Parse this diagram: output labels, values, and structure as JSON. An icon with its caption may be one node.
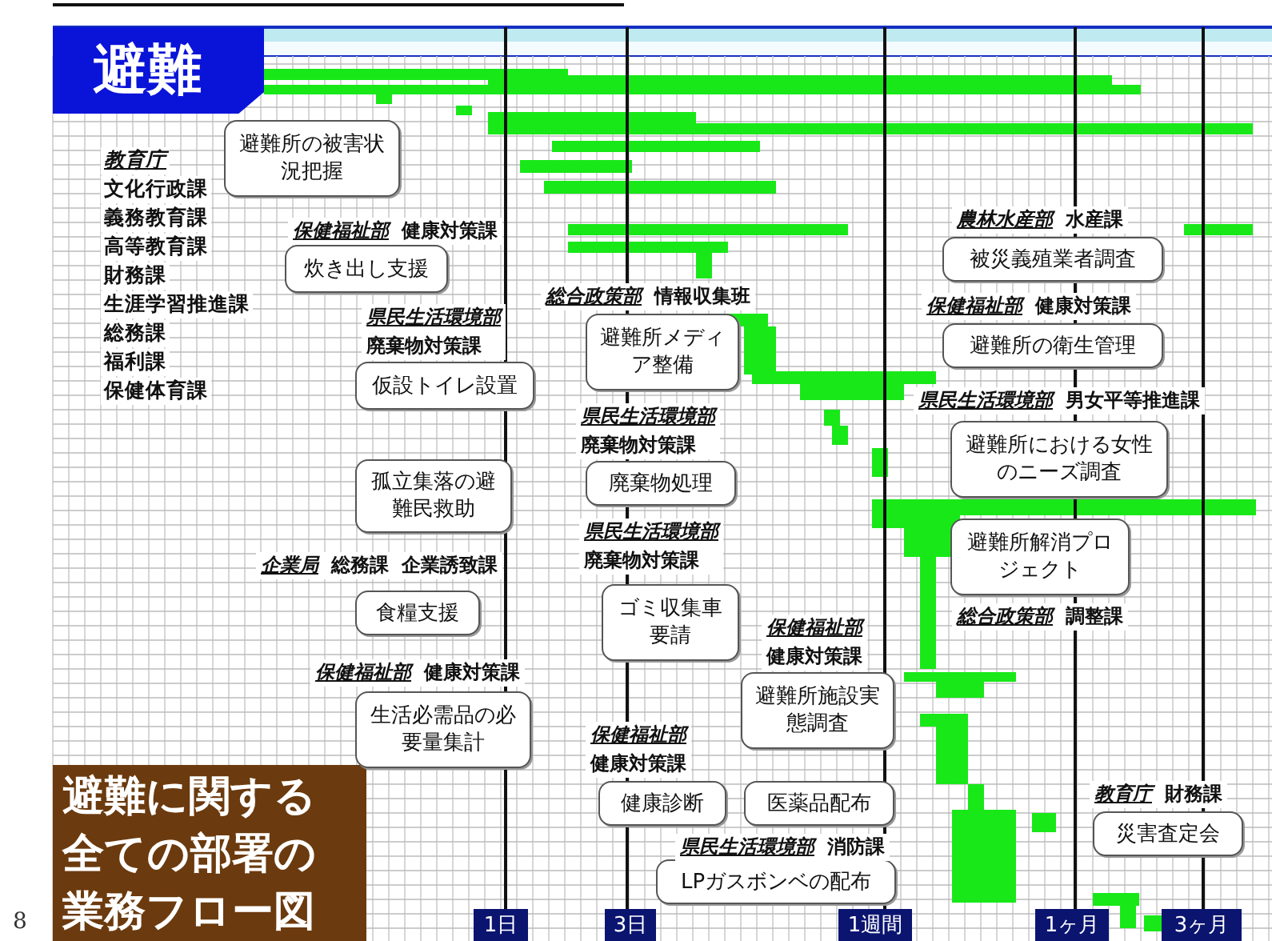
{
  "diagram": {
    "title": "避難",
    "caption": "避難に関する全ての部署の業務フロー図",
    "nodes": [
      {
        "text": [
          "避難所の被害状況把握"
        ]
      },
      {
        "text": [
          "炊き出し支援"
        ],
        "beside": [
          "保健福祉部",
          "健康対策課"
        ]
      },
      {
        "text": [
          "仮設トイレ設置"
        ],
        "beside": [
          "県民生活環境部",
          "廃棄物対策課"
        ]
      },
      {
        "text": [
          "孤立集落の避難民救助"
        ]
      },
      {
        "text": [
          "食糧支援"
        ],
        "beside": [
          "企業局",
          "総務課",
          "企業誘致課"
        ]
      },
      {
        "text": [
          "生活必需品の必要量集計"
        ],
        "beside": [
          "保健福祉部",
          "健康対策課"
        ]
      },
      {
        "text": [
          "避難所メディア整備"
        ],
        "beside": [
          "総合政策部",
          "情報収集班"
        ]
      },
      {
        "text": [
          "廃棄物処理"
        ],
        "beside": [
          "県民生活環境部",
          "廃棄物対策課"
        ]
      },
      {
        "text": [
          "ゴミ収集車要請"
        ],
        "beside": [
          "県民生活環境部",
          "廃棄物対策課"
        ]
      },
      {
        "text": [
          "健康診断"
        ],
        "beside": [
          "保健福祉部",
          "健康対策課"
        ]
      },
      {
        "text": [
          "医薬品配布"
        ]
      },
      {
        "text": [
          "LPガスボンベの配布"
        ],
        "beside": [
          "県民生活環境部",
          "消防課"
        ]
      },
      {
        "text": [
          "避難所施設実態調査"
        ],
        "beside": [
          "保健福祉部",
          "健康対策課"
        ]
      },
      {
        "text": [
          "被災義殖業者調査"
        ],
        "beside": [
          "農林水産部",
          "水産課"
        ]
      },
      {
        "text": [
          "避難所の衛生管理"
        ],
        "beside": [
          "保健福祉部",
          "健康対策課"
        ]
      },
      {
        "text": [
          "避難所における女性のニーズ調査"
        ],
        "beside": [
          "県民生活環境部",
          "男女平等推進課"
        ]
      },
      {
        "text": [
          "避難所解消プロジェクト"
        ],
        "beside": [
          "総合政策部",
          "調整課"
        ]
      },
      {
        "text": [
          "災害査定会"
        ],
        "beside": [
          "教育庁",
          "財務課"
        ]
      }
    ],
    "labels": [
      "教育庁",
      "文化行政課",
      "義務教育課",
      "高等教育課",
      "財務課",
      "生涯学習推進課",
      "総務課",
      "福利課",
      "保健体育課",
      "8",
      "1日",
      "3日",
      "1週間",
      "1ヶ月",
      "3ヶ月"
    ]
  }
}
